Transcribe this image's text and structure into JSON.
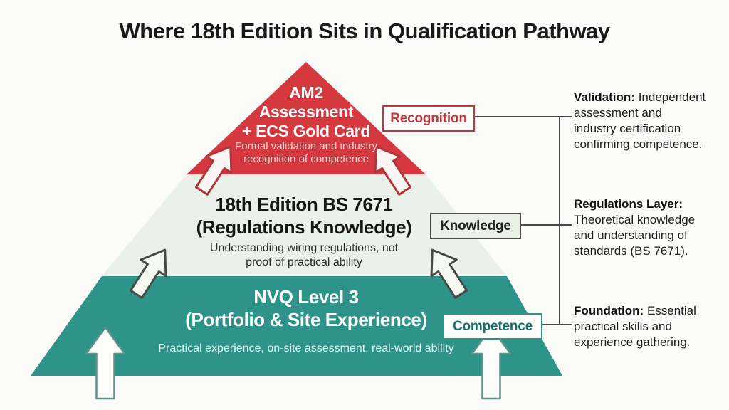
{
  "title": "Where 18th Edition Sits in Qualification Pathway",
  "colors": {
    "level_top_red": "#D5393F",
    "level_middle_green": "#EAF1E8",
    "level_bottom_teal": "#2E9489",
    "recognition_accent": "#C4353C",
    "knowledge_border": "#4A4F4C",
    "competence_accent": "#147064",
    "connector_line": "#4A4A4A"
  },
  "pyramid": {
    "levels": [
      {
        "name": "top",
        "heading": "AM2\nAssessment\n+ ECS Gold Card",
        "subtitle": "Formal validation and industry\nrecognition of competence",
        "tag": "Recognition"
      },
      {
        "name": "middle",
        "heading": "18th Edition BS 7671\n(Regulations Knowledge)",
        "subtitle": "Understanding wiring regulations, not\nproof of practical ability",
        "tag": "Knowledge"
      },
      {
        "name": "bottom",
        "heading": "NVQ Level 3\n(Portfolio & Site Experience)",
        "subtitle": "Practical experience, on-site assessment, real-world ability",
        "tag": "Competence"
      }
    ]
  },
  "annotations": [
    {
      "label": "Validation:",
      "text": "Independent\nassessment and\nindustry certification\nconfirming competence."
    },
    {
      "label": "Regulations Layer:",
      "text": "Theoretical knowledge\nand understanding of\nstandards (BS 7671)."
    },
    {
      "label": "Foundation:",
      "text": "Essential\npractical skills and\nexperience gathering."
    }
  ]
}
